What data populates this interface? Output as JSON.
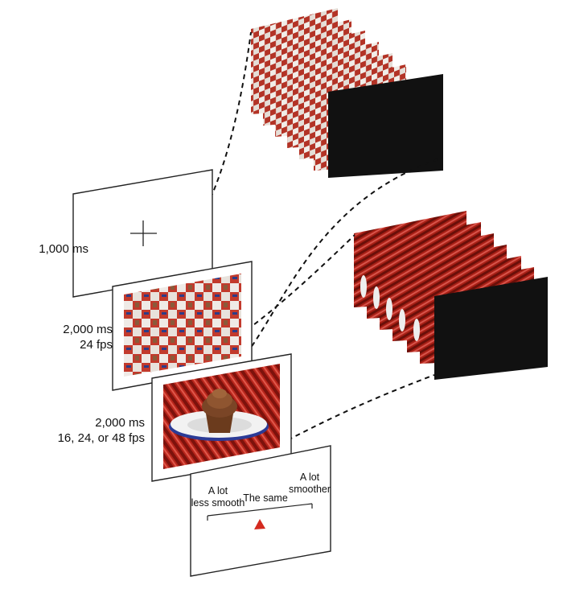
{
  "stages": [
    {
      "id": "fixation",
      "lines": [
        "1,000 ms"
      ]
    },
    {
      "id": "scrambled",
      "lines": [
        "2,000 ms",
        "24 fps"
      ]
    },
    {
      "id": "movie",
      "lines": [
        "2,000 ms",
        "16, 24, or 48 fps"
      ]
    }
  ],
  "rating_scale": {
    "left": [
      "A lot",
      "less smooth"
    ],
    "middle": "The same",
    "right": [
      "A lot",
      "smoother"
    ]
  },
  "colors": {
    "frame_border": "#222222",
    "dashed_line": "#111111",
    "marker": "#d42a1f",
    "dark_frame": "#111111",
    "red_stripe": "#b8261c",
    "plate": "#f2f2f2",
    "cupcake": "#6b3b1d"
  }
}
